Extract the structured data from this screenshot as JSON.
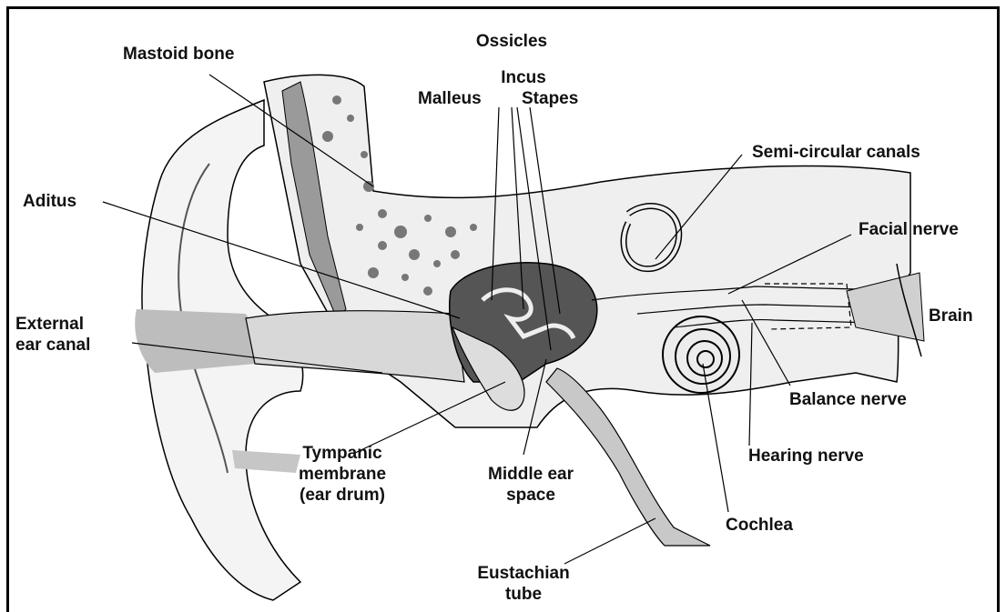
{
  "labels": {
    "ossicles": "Ossicles",
    "mastoid_bone": "Mastoid bone",
    "incus": "Incus",
    "malleus": "Malleus",
    "stapes": "Stapes",
    "semicircular_canals": "Semi-circular canals",
    "aditus": "Aditus",
    "facial_nerve": "Facial nerve",
    "external_ear_canal": "External\near canal",
    "brain": "Brain",
    "balance_nerve": "Balance nerve",
    "tympanic_membrane": "Tympanic\nmembrane\n(ear drum)",
    "middle_ear_space": "Middle ear\nspace",
    "hearing_nerve": "Hearing nerve",
    "cochlea": "Cochlea",
    "eustachian_tube": "Eustachian\ntube"
  },
  "colors": {
    "line": "#000000",
    "tissue_light": "#efefef",
    "tissue_mid": "#d8d8d8",
    "tissue_dark": "#bdbdbd",
    "cavity": "#555555"
  }
}
